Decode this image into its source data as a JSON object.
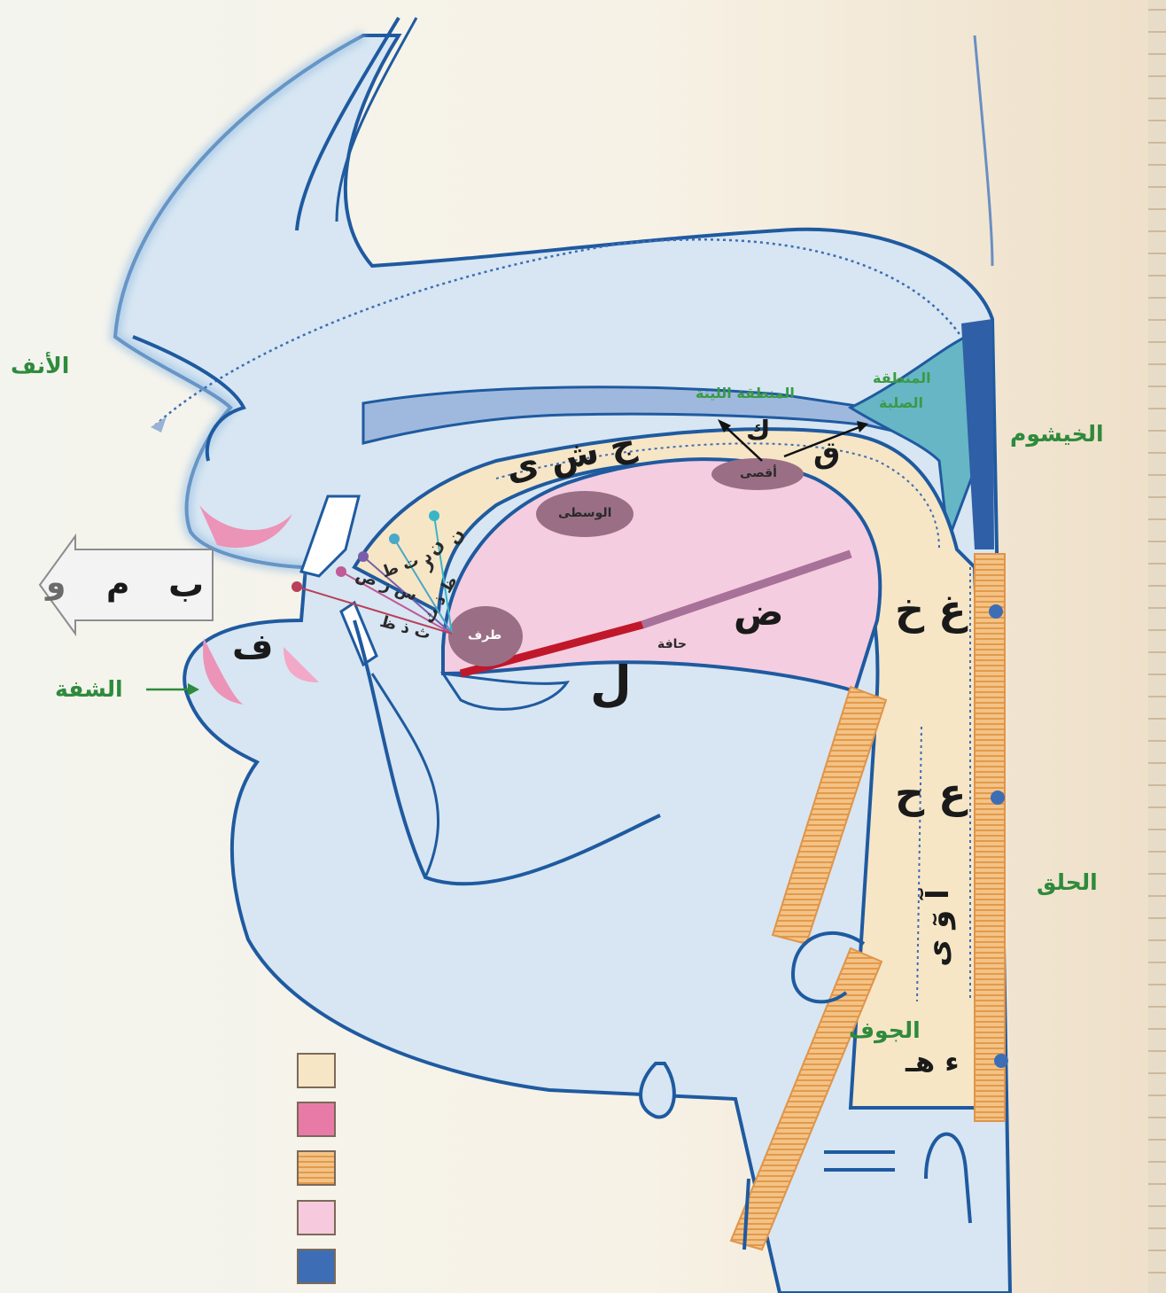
{
  "labels": {
    "nose": "الأنف",
    "lips": "الشفة",
    "nasal_cavity": "الخيشوم",
    "throat": "الحلق",
    "cavity": "الجوف",
    "hard_palate_line1": "المنطقة",
    "hard_palate_line2": "الصلبة",
    "soft_palate": "المنطقة اللينة",
    "tongue_tip": "طرف",
    "tongue_middle": "الوسطى",
    "tongue_back": "أقصى",
    "tongue_edge": "حافة"
  },
  "letters": {
    "lips_out": [
      "و",
      "م",
      "ب"
    ],
    "fa": "ف",
    "jim_shin_ya": "ج ش ى",
    "kaf": "ك",
    "qaf": "ق",
    "dad": "ض",
    "lam": "ل",
    "throat_top": "غ خ",
    "throat_mid": "ع ح",
    "madd": "آ وٓ ى",
    "throat_low": "ء هـ",
    "teeth_rows": [
      "ن",
      "ن ر",
      "د ت ط",
      "ظ ذ ث",
      "س ز ص",
      "ث ذ ظ"
    ]
  },
  "colors": {
    "outline": "#1f5aa0",
    "tissue": "#dbe8f3",
    "cavity": "#f6e6c6",
    "pink": "#e87aa8",
    "muscle": "#f0b468",
    "tongue": "#f4cde0",
    "blue_dark": "#3d6db5",
    "label_green": "#2f8a3c"
  },
  "legend": [
    {
      "name": "cavity-swatch",
      "color": "#f6e6c6"
    },
    {
      "name": "lips-swatch",
      "color": "#e87aa8"
    },
    {
      "name": "muscle-swatch",
      "color": "#f0b468"
    },
    {
      "name": "tongue-swatch",
      "color": "#f6c9dd"
    },
    {
      "name": "nasal-swatch",
      "color": "#3d6db5"
    }
  ]
}
